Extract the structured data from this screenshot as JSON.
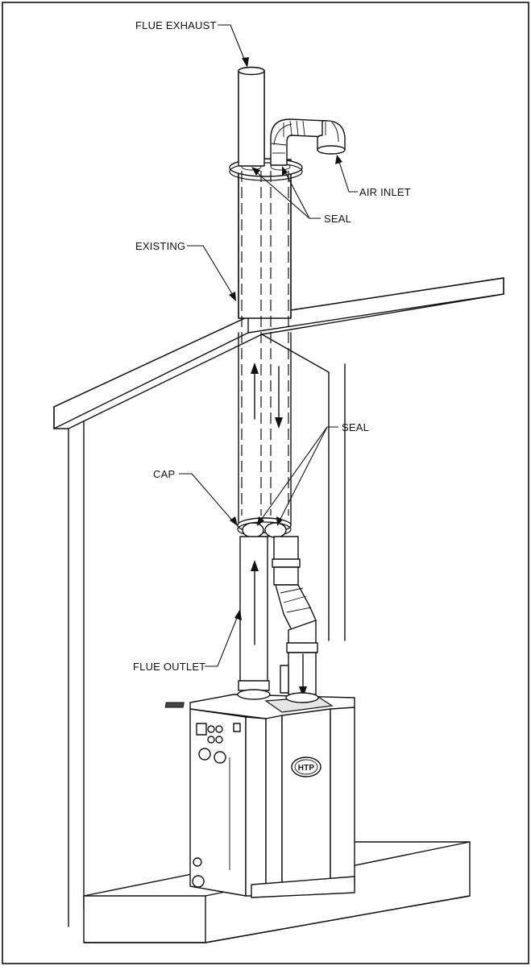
{
  "labels": {
    "flue_exhaust": "FLUE EXHAUST",
    "air_inlet": "AIR INLET",
    "seal_top": "SEAL",
    "existing": "EXISTING",
    "seal_middle": "SEAL",
    "cap": "CAP",
    "flue_outlet": "FLUE OUTLET"
  },
  "boiler": {
    "logo_text": "HTP"
  }
}
